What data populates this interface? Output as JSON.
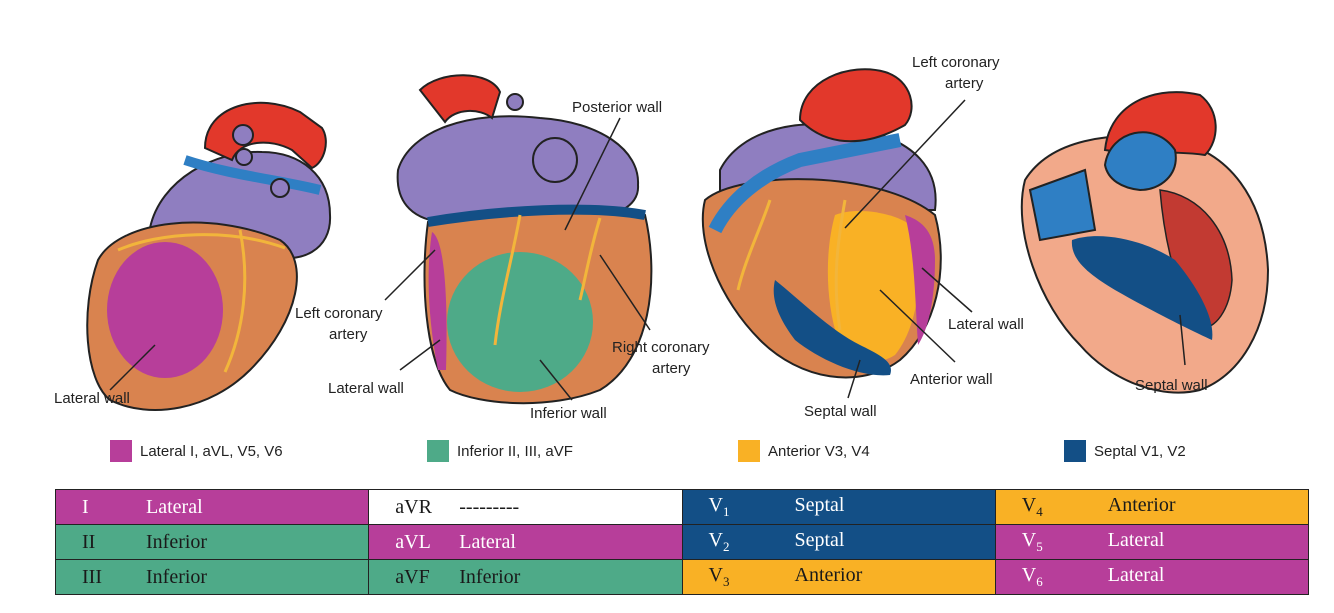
{
  "labels": {
    "h1_lateral_wall": "Lateral wall",
    "h2_posterior_wall": "Posterior wall",
    "h2_left_coronary_1": "Left coronary",
    "h2_left_coronary_2": "artery",
    "h2_lateral_wall": "Lateral wall",
    "h2_inferior_wall": "Inferior wall",
    "h2_right_coronary_1": "Right coronary",
    "h2_right_coronary_2": "artery",
    "h3_left_coronary_1": "Left coronary",
    "h3_left_coronary_2": "artery",
    "h3_lateral_wall": "Lateral wall",
    "h3_anterior_wall": "Anterior wall",
    "h3_septal_wall": "Septal wall",
    "h4_septal_wall": "Septal wall"
  },
  "legend": [
    {
      "text": "Lateral I, aVL, V5, V6",
      "color": "#b73e9a"
    },
    {
      "text": "Inferior II, III, aVF",
      "color": "#4eaa88"
    },
    {
      "text": "Anterior V3, V4",
      "color": "#f9b125"
    },
    {
      "text": "Septal V1, V2",
      "color": "#134f86"
    }
  ],
  "colors": {
    "lateral": "#b73e9a",
    "inferior": "#4eaa88",
    "anterior": "#f9b125",
    "septal": "#134f86",
    "aorta": "#e2382b",
    "vessel": "#2f7fc4",
    "atria": "#8f7ec0",
    "myocardium": "#d9834f",
    "coronary": "#f2b53b"
  },
  "table": [
    [
      {
        "lead": "I",
        "sub": "",
        "region": "Lateral"
      },
      {
        "lead": "aVR",
        "sub": "",
        "region": "---------"
      },
      {
        "lead": "V",
        "sub": "1",
        "region": "Septal"
      },
      {
        "lead": "V",
        "sub": "4",
        "region": "Anterior"
      }
    ],
    [
      {
        "lead": "II",
        "sub": "",
        "region": "Inferior"
      },
      {
        "lead": "aVL",
        "sub": "",
        "region": "Lateral"
      },
      {
        "lead": "V",
        "sub": "2",
        "region": "Septal"
      },
      {
        "lead": "V",
        "sub": "5",
        "region": "Lateral"
      }
    ],
    [
      {
        "lead": "III",
        "sub": "",
        "region": "Inferior"
      },
      {
        "lead": "aVF",
        "sub": "",
        "region": "Inferior"
      },
      {
        "lead": "V",
        "sub": "3",
        "region": "Anterior"
      },
      {
        "lead": "V",
        "sub": "6",
        "region": "Lateral"
      }
    ]
  ]
}
